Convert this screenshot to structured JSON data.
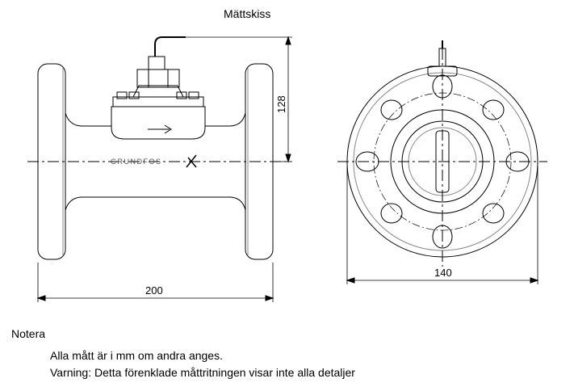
{
  "title": "Mättskiss",
  "dimensions": {
    "length": "200",
    "height": "128",
    "flange_diameter": "140"
  },
  "logo_text": "GRUNDFOS",
  "notes": {
    "heading": "Notera",
    "lines": [
      "Alla mått är i mm om andra anges.",
      "Varning: Detta förenklade måttritningen visar inte alla detaljer"
    ]
  }
}
